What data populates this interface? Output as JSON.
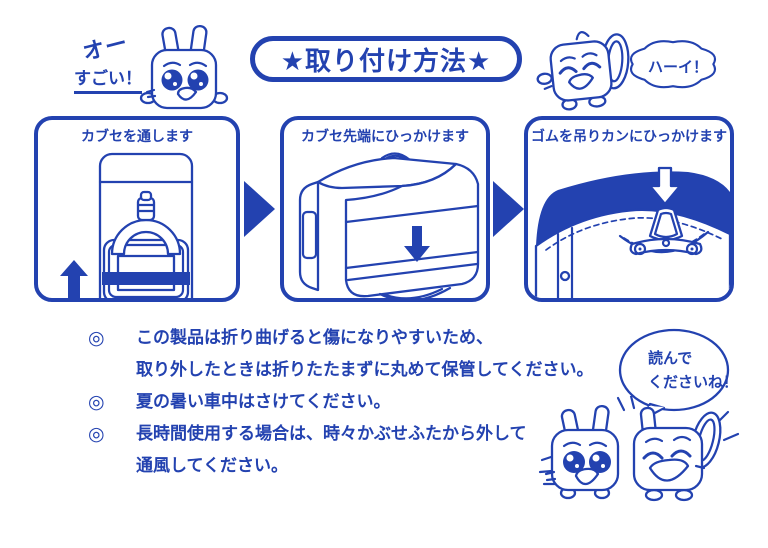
{
  "colors": {
    "ink_blue": "#2342b0"
  },
  "header": {
    "left_speech": {
      "line1": "オー",
      "line2": "すごい！"
    },
    "title": "★取り付け方法★",
    "right_speech": "ハーイ！"
  },
  "steps": [
    {
      "label": "カブセを通します"
    },
    {
      "label": "カブセ先端にひっかけます"
    },
    {
      "label": "ゴムを吊りカンにひっかけます"
    }
  ],
  "notes": {
    "bullet": "◎",
    "items": [
      {
        "line1": "この製品は折り曲げると傷になりやすいため、",
        "line2": "取り外したときは折りたたまずに丸めて保管してください。"
      },
      {
        "line1": "夏の暑い車中はさけてください。"
      },
      {
        "line1": "長時間使用する場合は、時々かぶせふたから外して",
        "line2": "通風してください。"
      }
    ]
  },
  "footer": {
    "speech": {
      "line1": "読んで",
      "line2": "くださいね！"
    }
  }
}
